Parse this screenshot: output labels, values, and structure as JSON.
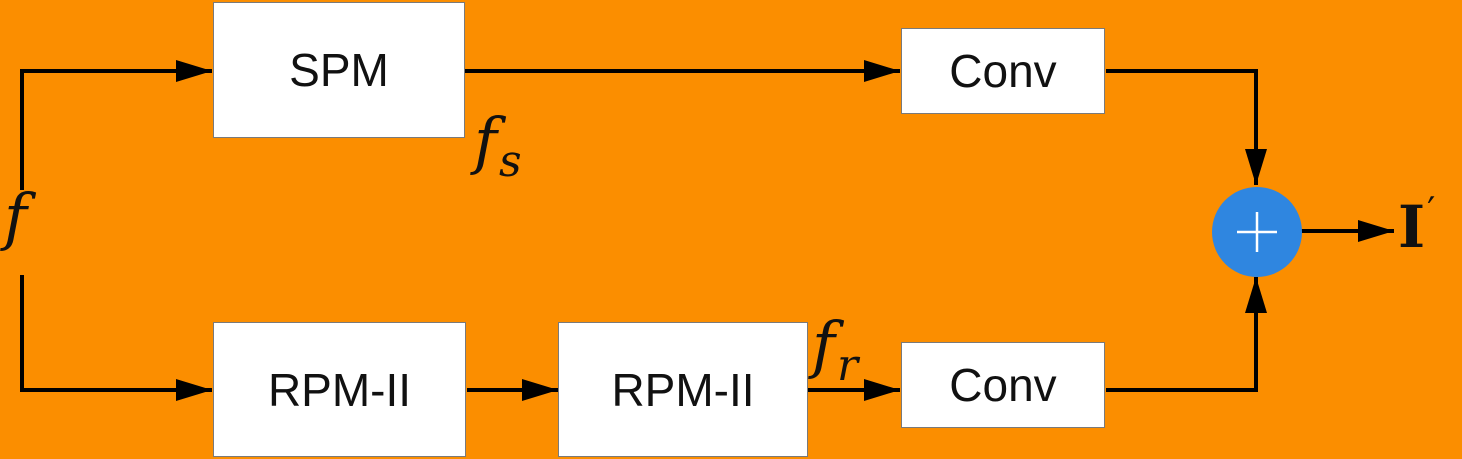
{
  "diagram": {
    "nodes": {
      "spm": {
        "label": "SPM"
      },
      "rpm1": {
        "label": "RPM-II"
      },
      "rpm2": {
        "label": "RPM-II"
      },
      "conv_top": {
        "label": "Conv"
      },
      "conv_bottom": {
        "label": "Conv"
      },
      "sum": {
        "symbol": "+"
      }
    },
    "labels": {
      "input": "f",
      "fs_base": "f",
      "fs_sub": "s",
      "fr_base": "f",
      "fr_sub": "r",
      "output": "I",
      "output_prime": "′"
    },
    "edges": [
      {
        "from": "input",
        "to": "spm"
      },
      {
        "from": "input",
        "to": "rpm1"
      },
      {
        "from": "spm",
        "to": "conv_top"
      },
      {
        "from": "rpm1",
        "to": "rpm2"
      },
      {
        "from": "rpm2",
        "to": "conv_bottom"
      },
      {
        "from": "conv_top",
        "to": "sum"
      },
      {
        "from": "conv_bottom",
        "to": "sum"
      },
      {
        "from": "sum",
        "to": "output"
      }
    ],
    "colors": {
      "background": "#fb8e00",
      "box_fill": "#ffffff",
      "edge": "#000000",
      "sum_fill": "#2f86e0"
    }
  }
}
